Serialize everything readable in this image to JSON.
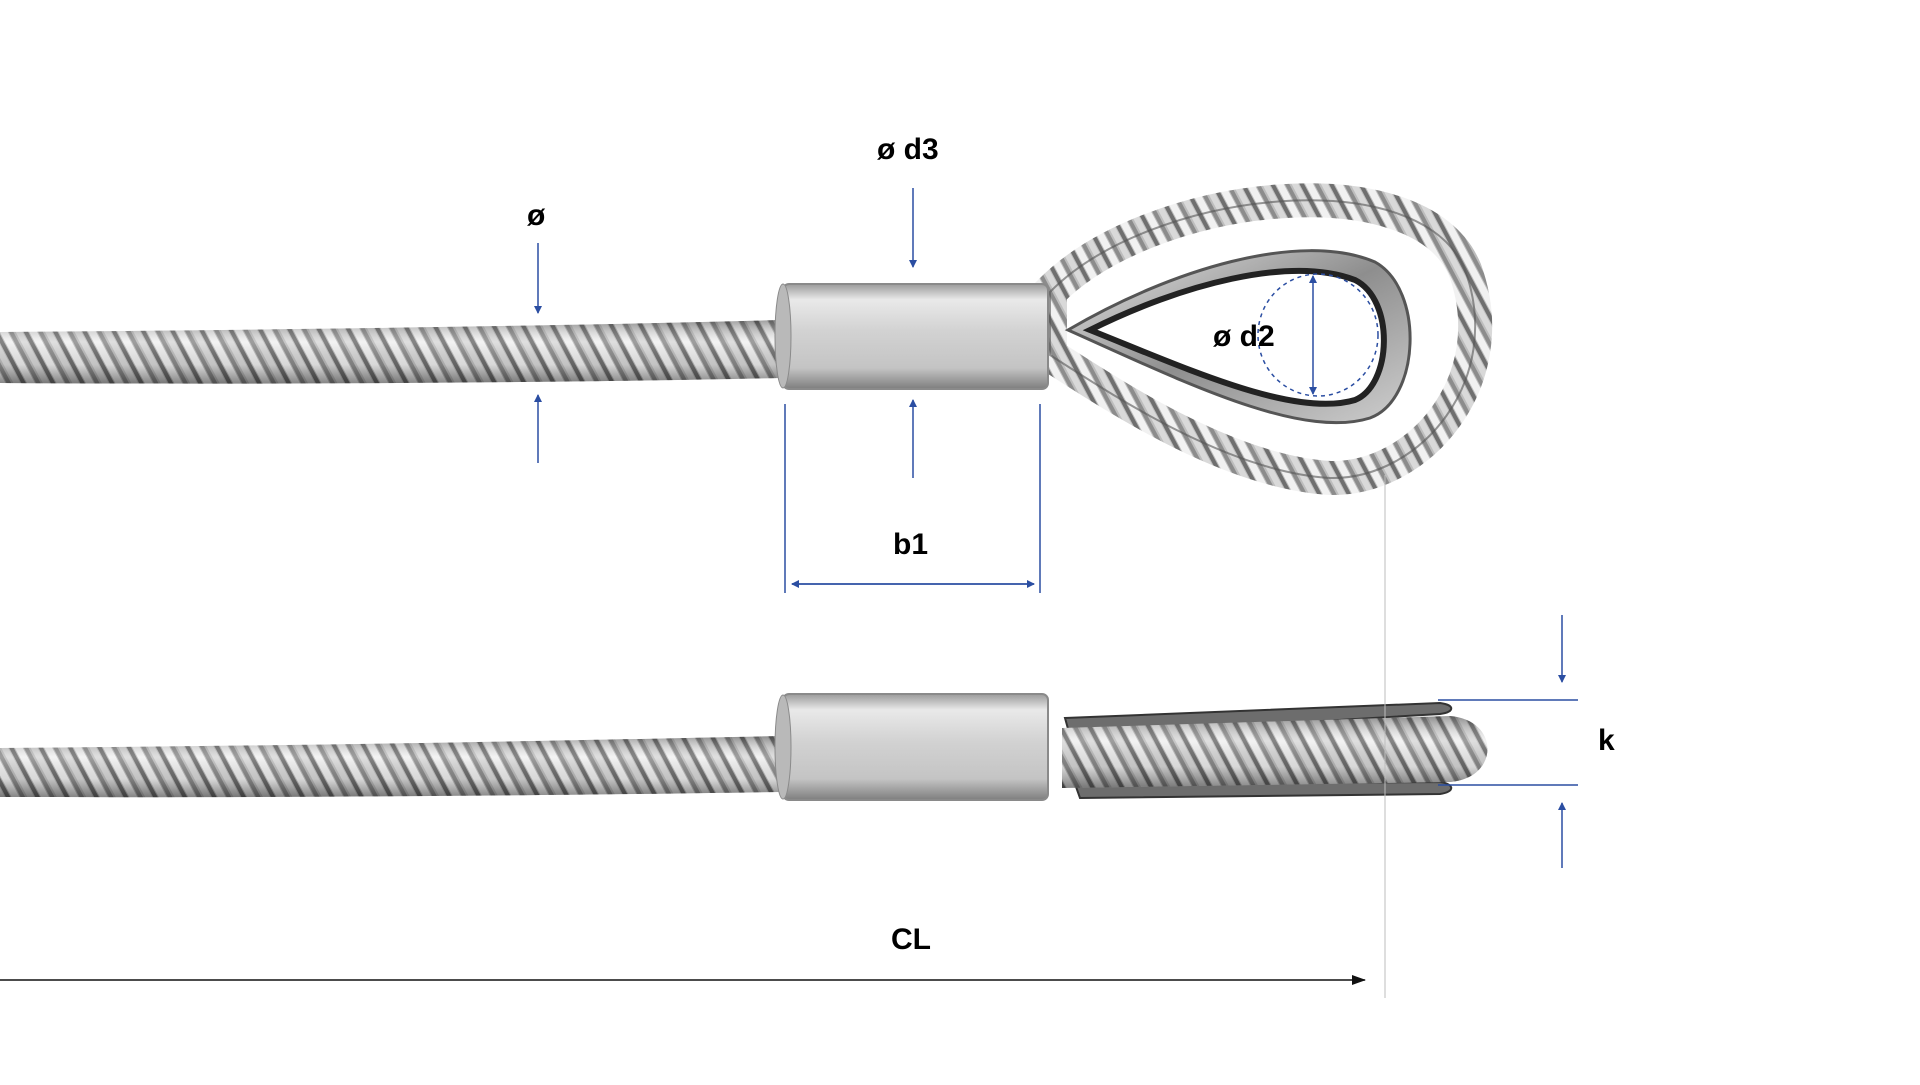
{
  "labels": {
    "rope_diameter": "ø",
    "ferrule_diameter": "ø d3",
    "thimble_inner_diameter": "ø d2",
    "ferrule_length": "b1",
    "thimble_thickness": "k",
    "cable_length": "CL"
  },
  "colors": {
    "dimension_line": "#2b4ea2",
    "length_line": "#111111",
    "rope_light": "#c9c9c9",
    "rope_dark": "#5a5a5a",
    "ferrule": "#d8d8d8",
    "thimble": "#9a9a9a"
  }
}
